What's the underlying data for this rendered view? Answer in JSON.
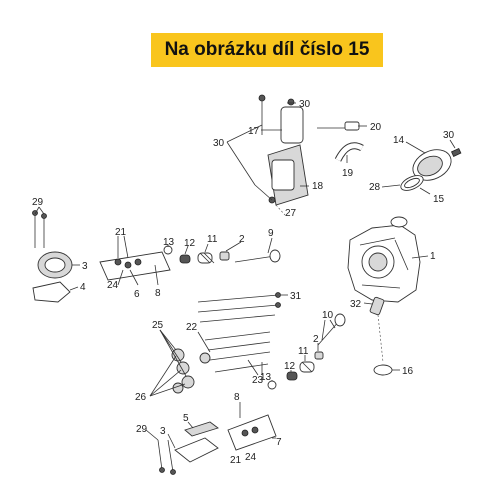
{
  "banner": {
    "text": "Na obrázku díl číslo 15"
  },
  "colors": {
    "banner_bg": "#f9c51d",
    "banner_text": "#111111",
    "callout": "#222222"
  },
  "callouts": {
    "c30a": "30",
    "c17": "17",
    "c20": "20",
    "c30b": "30",
    "c14": "14",
    "c30c": "30",
    "c19": "19",
    "c18": "18",
    "c28": "28",
    "c15": "15",
    "c27": "27",
    "c29a": "29",
    "c21a": "21",
    "c13a": "13",
    "c11a": "11",
    "c12a": "12",
    "c2a": "2",
    "c9": "9",
    "c1": "1",
    "c3a": "3",
    "c24a": "24",
    "c6": "6",
    "c8a": "8",
    "c4": "4",
    "c31": "31",
    "c32": "32",
    "c25": "25",
    "c22": "22",
    "c10": "10",
    "c2b": "2",
    "c11b": "11",
    "c12b": "12",
    "c13b": "13",
    "c23": "23",
    "c16": "16",
    "c26": "26",
    "c8b": "8",
    "c29b": "29",
    "c3b": "3",
    "c5": "5",
    "c7": "7",
    "c21b": "21",
    "c24b": "24"
  }
}
